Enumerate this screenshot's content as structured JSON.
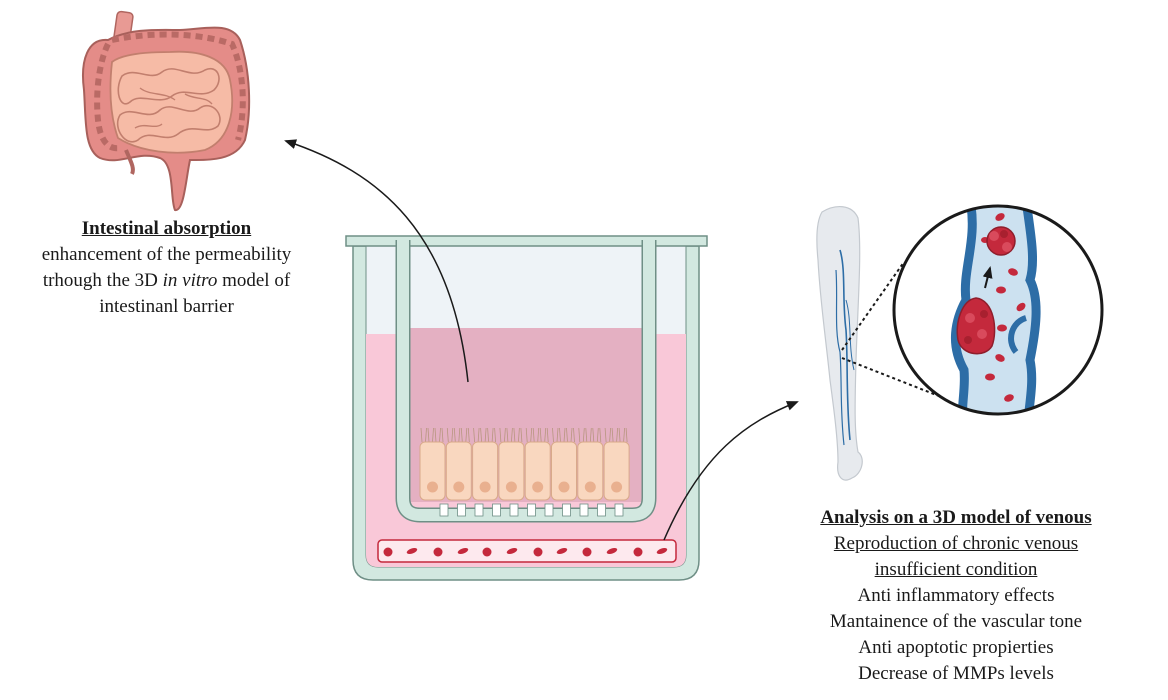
{
  "intestinal": {
    "title": "Intestinal absorption",
    "line1": "enhancement of the permeability",
    "line2_pre": "trhough the 3D ",
    "line2_italic": "in vitro",
    "line2_post": " model of",
    "line3": "intestinanl barrier"
  },
  "venous": {
    "title": "Analysis on a 3D model of venous",
    "items": [
      "Reproduction of chronic venous",
      "insufficient condition",
      "Anti inflammatory effects",
      "Mantainence of the vascular tone",
      "Anti apoptotic propierties",
      "Decrease of MMPs levels"
    ]
  },
  "colors": {
    "well_wall": "#d2e8e0",
    "well_stroke": "#6f8f86",
    "medium_pink": "#f9c8d8",
    "insert_medium": "#e4b0c2",
    "cell": "#f9d7bf",
    "vessel_blue": "#2d6da6",
    "rbc": "#c4293c"
  }
}
